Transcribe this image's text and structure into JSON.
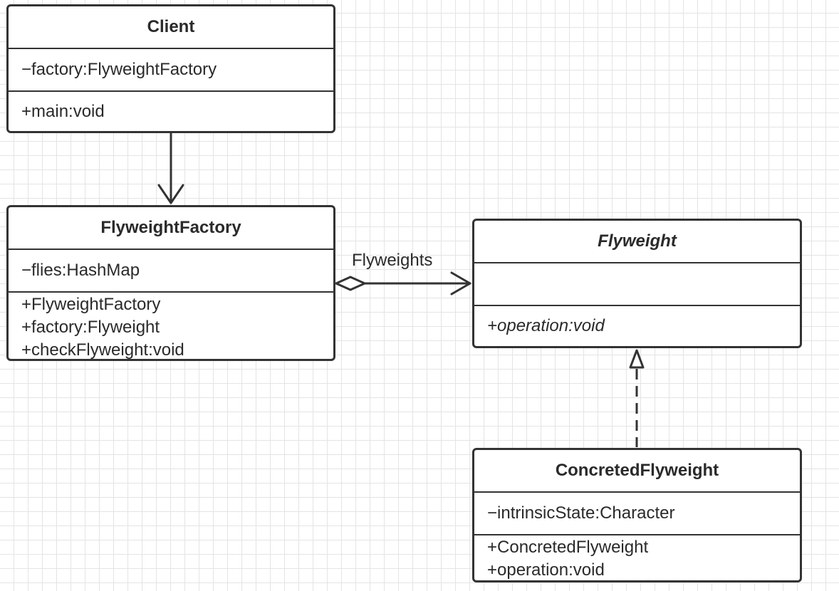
{
  "classes": {
    "client": {
      "name": "Client",
      "attributes": [
        "−factory:FlyweightFactory"
      ],
      "operations": [
        "+main:void"
      ]
    },
    "flyweight_factory": {
      "name": "FlyweightFactory",
      "attributes": [
        "−flies:HashMap"
      ],
      "operations": [
        "+FlyweightFactory",
        "+factory:Flyweight",
        "+checkFlyweight:void"
      ]
    },
    "flyweight": {
      "name": "Flyweight",
      "abstract": true,
      "attributes": [],
      "operations": [
        "+operation:void"
      ]
    },
    "concreted_flyweight": {
      "name": "ConcretedFlyweight",
      "attributes": [
        "−intrinsicState:Character"
      ],
      "operations": [
        "+ConcretedFlyweight",
        "+operation:void"
      ]
    }
  },
  "relations": {
    "client_to_factory": {
      "type": "dependency-arrow"
    },
    "factory_to_flyweight": {
      "type": "aggregation",
      "label": "Flyweights"
    },
    "concrete_to_flyweight": {
      "type": "realization"
    }
  },
  "colors": {
    "line": "#333333",
    "grid": "#e4e4e4",
    "box_fill": "#ffffff",
    "text": "#2a2a2a"
  }
}
